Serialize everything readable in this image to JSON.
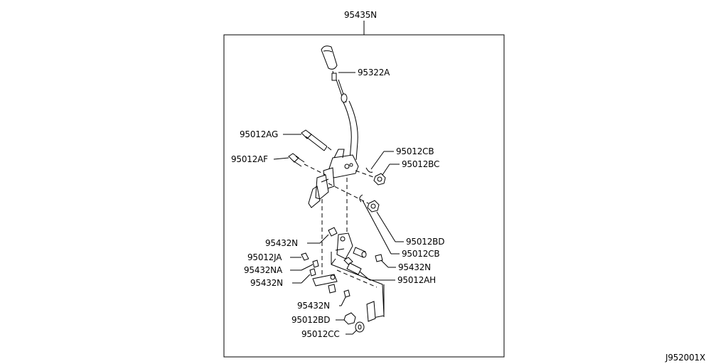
{
  "diagram_code": "J952001X",
  "assembly_label": "95435N",
  "callouts": {
    "c95322A": "95322A",
    "c95012AG": "95012AG",
    "c95012AF": "95012AF",
    "c95012CB_top": "95012CB",
    "c95012BC": "95012BC",
    "c95012BD_right": "95012BD",
    "c95432N_left_top": "95432N",
    "c95012CB_mid": "95012CB",
    "c95012JA": "95012JA",
    "c95432N_right": "95432N",
    "c95432NA": "95432NA",
    "c95012AH": "95012AH",
    "c95432N_left_bottom": "95432N",
    "c95432N_bottom": "95432N",
    "c95012BD_bottom": "95012BD",
    "c95012CC": "95012CC"
  }
}
